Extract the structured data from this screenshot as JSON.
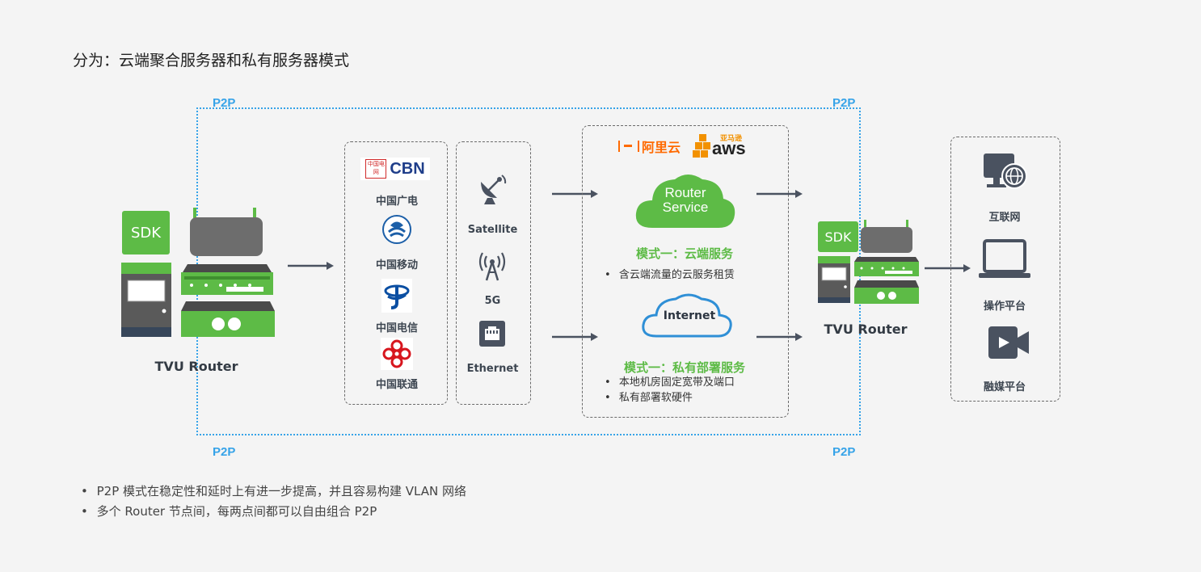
{
  "heading": "分为：云端聚合服务器和私有服务器模式",
  "p2p_labels": [
    "P2P",
    "P2P",
    "P2P",
    "P2P"
  ],
  "left_router": {
    "sdk": "SDK",
    "title": "TVU Router"
  },
  "right_router": {
    "sdk": "SDK",
    "title": "TVU Router"
  },
  "carriers": [
    {
      "name": "中国广电",
      "logo_text": "CBN",
      "logo_badge": "中国电网"
    },
    {
      "name": "中国移动"
    },
    {
      "name": "中国电信"
    },
    {
      "name": "中国联通"
    }
  ],
  "links": [
    {
      "name": "Satellite",
      "icon": "satellite-dish-icon"
    },
    {
      "name": "5G",
      "icon": "antenna-icon"
    },
    {
      "name": "Ethernet",
      "icon": "ethernet-port-icon"
    }
  ],
  "cloud_section": {
    "aliyun_logo": "阿里云",
    "aws_logo": "aws",
    "aws_badge": "亚马逊",
    "router_service_line1": "Router",
    "router_service_line2": "Service",
    "mode1_title": "模式一：云端服务",
    "mode1_bullets": [
      "含云端流量的云服务租赁"
    ],
    "internet": "Internet",
    "mode2_title": "模式一：私有部署服务",
    "mode2_bullets": [
      "本地机房固定宽带及端口",
      "私有部署软硬件"
    ]
  },
  "platforms": [
    {
      "name": "互联网",
      "icon": "internet-monitor-icon"
    },
    {
      "name": "操作平台",
      "icon": "laptop-icon"
    },
    {
      "name": "融媒平台",
      "icon": "video-camera-icon"
    }
  ],
  "footer_bullets": [
    "P2P 模式在稳定性和延时上有进一步提高，并且容易构建 VLAN 网络",
    "多个 Router 节点间，每两点间都可以自由组合 P2P"
  ],
  "colors": {
    "green": "#5dbb46",
    "blue": "#36a3e8",
    "dark": "#4a5260",
    "cloud_blue": "#2f8fd6",
    "aliyun": "#ff6a00",
    "aws_orange": "#f29100"
  }
}
